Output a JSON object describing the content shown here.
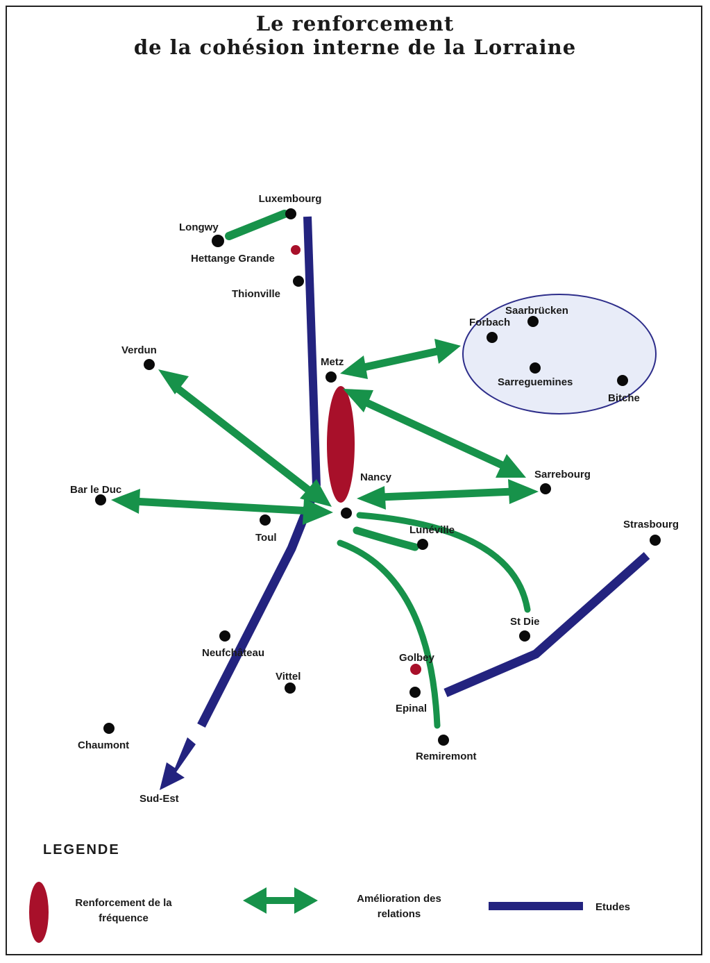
{
  "title": {
    "line1": "Le renforcement",
    "line2": "de la cohésion interne de la Lorraine"
  },
  "colors": {
    "green": "#17924a",
    "blue": "#23237f",
    "red": "#a8102a",
    "city_dot": "#0a0a0a",
    "region_fill": "#e8ecf8",
    "region_stroke": "#2d2d8a"
  },
  "cities": [
    {
      "id": "luxembourg",
      "name": "Luxembourg",
      "type": "city"
    },
    {
      "id": "longwy",
      "name": "Longwy",
      "type": "city"
    },
    {
      "id": "hettange-grande",
      "name": "Hettange Grande",
      "type": "red-point"
    },
    {
      "id": "thionville",
      "name": "Thionville",
      "type": "city"
    },
    {
      "id": "verdun",
      "name": "Verdun",
      "type": "city"
    },
    {
      "id": "metz",
      "name": "Metz",
      "type": "city"
    },
    {
      "id": "forbach",
      "name": "Forbach",
      "type": "city"
    },
    {
      "id": "saarbrucken",
      "name": "Saarbrücken",
      "type": "city"
    },
    {
      "id": "sarreguemines",
      "name": "Sarreguemines",
      "type": "city"
    },
    {
      "id": "bitche",
      "name": "Bitche",
      "type": "city"
    },
    {
      "id": "nancy",
      "name": "Nancy",
      "type": "city"
    },
    {
      "id": "sarrebourg",
      "name": "Sarrebourg",
      "type": "city"
    },
    {
      "id": "bar-le-duc",
      "name": "Bar le Duc",
      "type": "city"
    },
    {
      "id": "toul",
      "name": "Toul",
      "type": "city"
    },
    {
      "id": "luneville",
      "name": "Lunéville",
      "type": "city"
    },
    {
      "id": "strasbourg",
      "name": "Strasbourg",
      "type": "city"
    },
    {
      "id": "st-die",
      "name": "St Die",
      "type": "city"
    },
    {
      "id": "neufchateau",
      "name": "Neufchâteau",
      "type": "city"
    },
    {
      "id": "golbey",
      "name": "Golbey",
      "type": "red-point"
    },
    {
      "id": "vittel",
      "name": "Vittel",
      "type": "city"
    },
    {
      "id": "epinal",
      "name": "Epinal",
      "type": "city"
    },
    {
      "id": "chaumont",
      "name": "Chaumont",
      "type": "city"
    },
    {
      "id": "remiremont",
      "name": "Remiremont",
      "type": "city"
    },
    {
      "id": "sud-est",
      "name": "Sud-Est",
      "type": "label"
    }
  ],
  "legend": {
    "heading": "LEGENDE",
    "items": [
      {
        "symbol": "red-ellipse",
        "label": "Renforcement de la fréquence"
      },
      {
        "symbol": "green-double-arrow",
        "label": "Amélioration des relations"
      },
      {
        "symbol": "blue-line",
        "label": "Etudes"
      }
    ]
  }
}
